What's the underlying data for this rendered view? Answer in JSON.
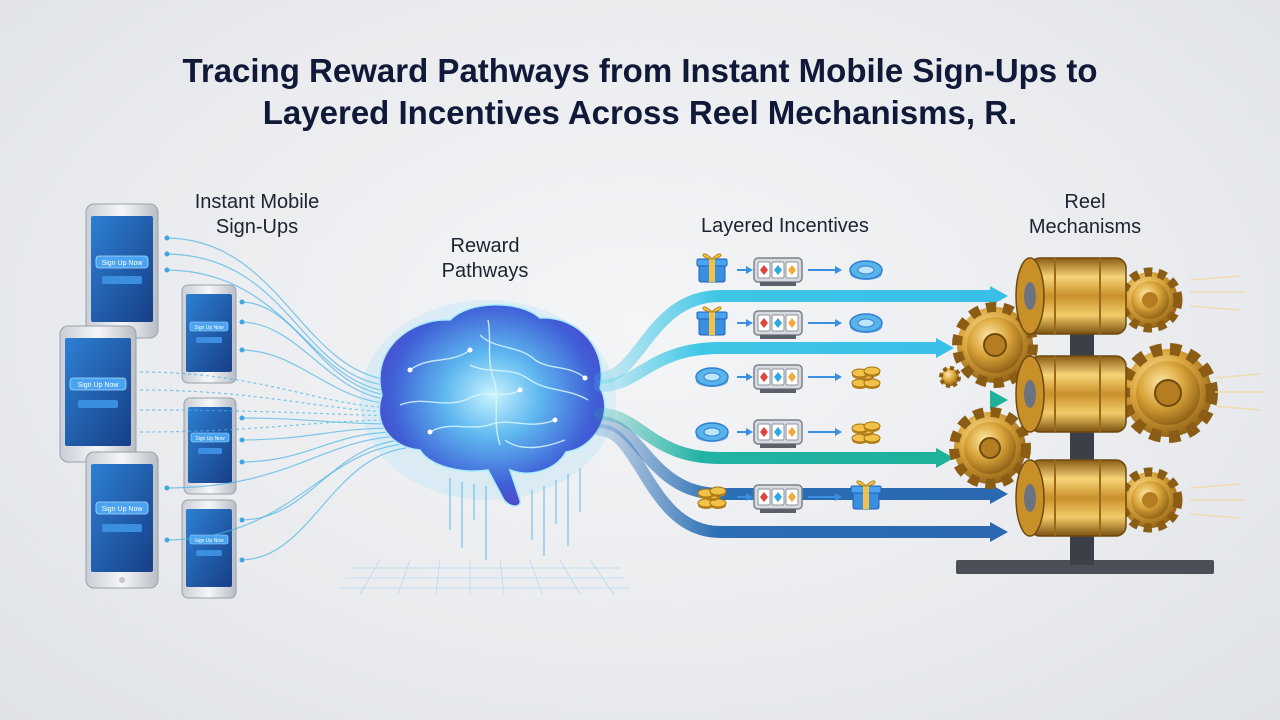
{
  "title": {
    "line1": "Tracing Reward Pathways from Instant Mobile Sign-Ups to",
    "line2": "Layered Incentives Across Reel Mechanisms, R."
  },
  "labels": {
    "signups": {
      "line1": "Instant Mobile",
      "line2": "Sign-Ups"
    },
    "pathways": {
      "line1": "Reward",
      "line2": "Pathways"
    },
    "incentives": "Layered Incentives",
    "reels": {
      "line1": "Reel",
      "line2": "Mechanisms"
    }
  },
  "phone": {
    "button_text": "Sign Up Now"
  },
  "incentive_rows": [
    [
      "gift",
      "slot",
      "ticket"
    ],
    [
      "gift",
      "slot",
      "ticket"
    ],
    [
      "ticket",
      "slot",
      "coins"
    ],
    [
      "ticket",
      "slot",
      "coins"
    ],
    [
      "coins",
      "slot",
      "gift"
    ]
  ],
  "icons": [
    "phone-icon",
    "brain-icon",
    "gift-icon",
    "slot-machine-icon",
    "ticket-icon",
    "coins-icon",
    "gear-icon",
    "reel-drum-icon"
  ],
  "colors": {
    "title": "#101a38",
    "cyan": "#3fc6e6",
    "teal": "#21b3a4",
    "blue": "#2b6fb5",
    "gold": "#d9a43a",
    "phone_screen": "#1f5fb0"
  }
}
